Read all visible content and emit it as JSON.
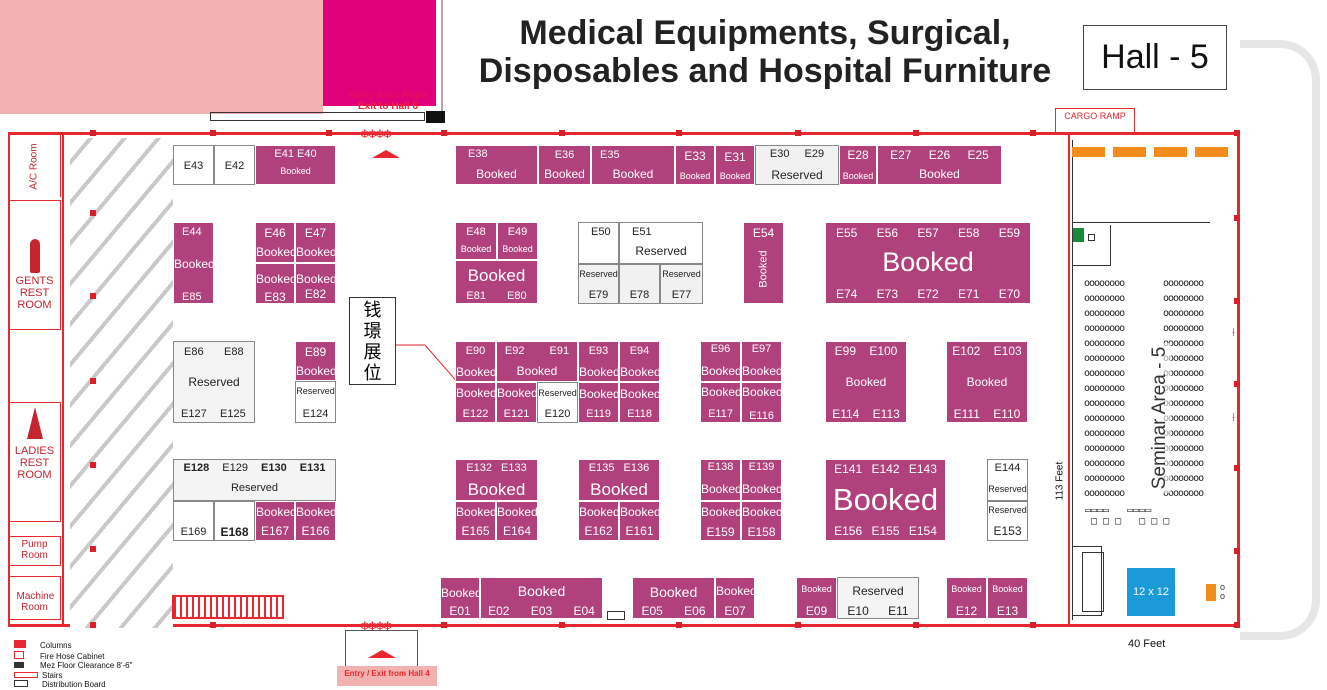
{
  "title_line1": "Medical Equipments, Surgical,",
  "title_line2": "Disposables and Hospital Furniture",
  "hall": "Hall - 5",
  "cargo_ramp": "CARGO RAMP",
  "entry_top_line1": "Entry from Right",
  "entry_top_line2": "Exit to Hall 6",
  "entry_bottom": "Entry / Exit from Hall 4",
  "rooms": {
    "ac": "A/C Room",
    "gents": "GENTS REST ROOM",
    "ladies": "LADIES REST ROOM",
    "pump": "Pump Room",
    "machine": "Machine Room"
  },
  "chinese_label": "钱璟展位",
  "seminar": "Seminar Area - 5",
  "feet_113": "113 Feet",
  "feet_40": "40 Feet",
  "box_12x12": "12 x 12",
  "legend": [
    "Columns",
    "Fire Hose Cabinet",
    "Mez Floor Clearance 8'-6\"",
    "Stairs",
    "Distribution Board"
  ],
  "colors": {
    "booked": "#b0417c",
    "wall": "#e8272f",
    "magenta": "#e2007a",
    "pink": "#f2b2b0",
    "blue": "#1a9ad6",
    "orange": "#f28c1c"
  },
  "booths": [
    {
      "id": "E43",
      "status": "reserved"
    },
    {
      "id": "E42",
      "status": "reserved"
    },
    {
      "id": "E41 E40",
      "status": "booked",
      "text": "Booked"
    },
    {
      "id": "E38",
      "status": "booked",
      "text": "Booked"
    },
    {
      "id": "E36",
      "status": "booked",
      "text": "Booked"
    },
    {
      "id": "E35",
      "status": "booked",
      "text": "Booked"
    },
    {
      "id": "E33",
      "status": "booked",
      "text": "Booked"
    },
    {
      "id": "E31",
      "status": "booked",
      "text": "Booked"
    },
    {
      "id": "E30 E29",
      "status": "reserved",
      "text": "Reserved"
    },
    {
      "id": "E28",
      "status": "booked",
      "text": "Booked"
    },
    {
      "id": "E27 E26 E25",
      "status": "booked",
      "text": "Booked"
    },
    {
      "id": "E44 E85",
      "status": "booked",
      "text": "Booked"
    },
    {
      "id": "E46",
      "status": "booked",
      "text": "Booked"
    },
    {
      "id": "E47",
      "status": "booked",
      "text": "Booked"
    },
    {
      "id": "E83",
      "status": "booked",
      "text": "Booked"
    },
    {
      "id": "E82",
      "status": "booked",
      "text": "Booked"
    },
    {
      "id": "E48",
      "status": "booked",
      "text": "Booked"
    },
    {
      "id": "E49",
      "status": "booked",
      "text": "Booked"
    },
    {
      "id": "E81 E80",
      "status": "booked",
      "text": "Booked"
    },
    {
      "id": "E50",
      "status": "reserved"
    },
    {
      "id": "E51",
      "status": "reserved",
      "text": "Reserved"
    },
    {
      "id": "E79",
      "status": "reserved",
      "text": "Reserved"
    },
    {
      "id": "E78",
      "status": "reserved"
    },
    {
      "id": "E77",
      "status": "reserved",
      "text": "Reserved"
    },
    {
      "id": "E54",
      "status": "booked",
      "text": "Booked"
    },
    {
      "id": "E55-E59 E74-E70",
      "status": "booked",
      "text": "Booked"
    },
    {
      "id": "E86 E88 E127 E125",
      "status": "reserved",
      "text": "Reserved"
    },
    {
      "id": "E89",
      "status": "booked",
      "text": "Booked"
    },
    {
      "id": "E124",
      "status": "reserved",
      "text": "Reserved"
    },
    {
      "id": "E90",
      "status": "booked",
      "text": "Booked"
    },
    {
      "id": "E92 E91",
      "status": "booked",
      "text": "Booked"
    },
    {
      "id": "E93",
      "status": "booked",
      "text": "Booked"
    },
    {
      "id": "E94",
      "status": "booked",
      "text": "Booked"
    },
    {
      "id": "E122",
      "status": "booked",
      "text": "Booked"
    },
    {
      "id": "E121",
      "status": "booked",
      "text": "Booked"
    },
    {
      "id": "E120",
      "status": "reserved",
      "text": "Reserved"
    },
    {
      "id": "E119",
      "status": "booked",
      "text": "Booked"
    },
    {
      "id": "E118",
      "status": "booked",
      "text": "Booked"
    },
    {
      "id": "E96",
      "status": "booked",
      "text": "Booked"
    },
    {
      "id": "E97",
      "status": "booked",
      "text": "Booked"
    },
    {
      "id": "E117",
      "status": "booked",
      "text": "Booked"
    },
    {
      "id": "E116",
      "status": "booked",
      "text": "Booked"
    },
    {
      "id": "E99 E100 E114 E113",
      "status": "booked",
      "text": "Booked"
    },
    {
      "id": "E102 E103 E111 E110",
      "status": "booked",
      "text": "Booked"
    },
    {
      "id": "E128 E129 E130 E131",
      "status": "reserved",
      "text": "Reserved"
    },
    {
      "id": "E169",
      "status": "reserved"
    },
    {
      "id": "E168",
      "status": "reserved"
    },
    {
      "id": "E167",
      "status": "booked",
      "text": "Booked"
    },
    {
      "id": "E166",
      "status": "booked",
      "text": "Booked"
    },
    {
      "id": "E132 E133",
      "status": "booked",
      "text": "Booked"
    },
    {
      "id": "E165",
      "status": "booked",
      "text": "Booked"
    },
    {
      "id": "E164",
      "status": "booked",
      "text": "Booked"
    },
    {
      "id": "E135 E136",
      "status": "booked",
      "text": "Booked"
    },
    {
      "id": "E162",
      "status": "booked",
      "text": "Booked"
    },
    {
      "id": "E161",
      "status": "booked",
      "text": "Booked"
    },
    {
      "id": "E138",
      "status": "booked",
      "text": "Booked"
    },
    {
      "id": "E139",
      "status": "booked",
      "text": "Booked"
    },
    {
      "id": "E159",
      "status": "booked",
      "text": "Booked"
    },
    {
      "id": "E158",
      "status": "booked",
      "text": "Booked"
    },
    {
      "id": "E141 E142 E143 E156 E155 E154",
      "status": "booked",
      "text": "Booked"
    },
    {
      "id": "E144",
      "status": "reserved",
      "text": "Reserved"
    },
    {
      "id": "E153",
      "status": "reserved",
      "text": "Reserved"
    },
    {
      "id": "E01",
      "status": "booked",
      "text": "Booked"
    },
    {
      "id": "E02 E03 E04",
      "status": "booked",
      "text": "Booked"
    },
    {
      "id": "E05 E06",
      "status": "booked",
      "text": "Booked"
    },
    {
      "id": "E07",
      "status": "booked",
      "text": "Booked"
    },
    {
      "id": "E09",
      "status": "booked",
      "text": "Booked"
    },
    {
      "id": "E10 E11",
      "status": "reserved",
      "text": "Reserved"
    },
    {
      "id": "E12",
      "status": "booked",
      "text": "Booked"
    },
    {
      "id": "E13",
      "status": "booked",
      "text": "Booked"
    }
  ]
}
